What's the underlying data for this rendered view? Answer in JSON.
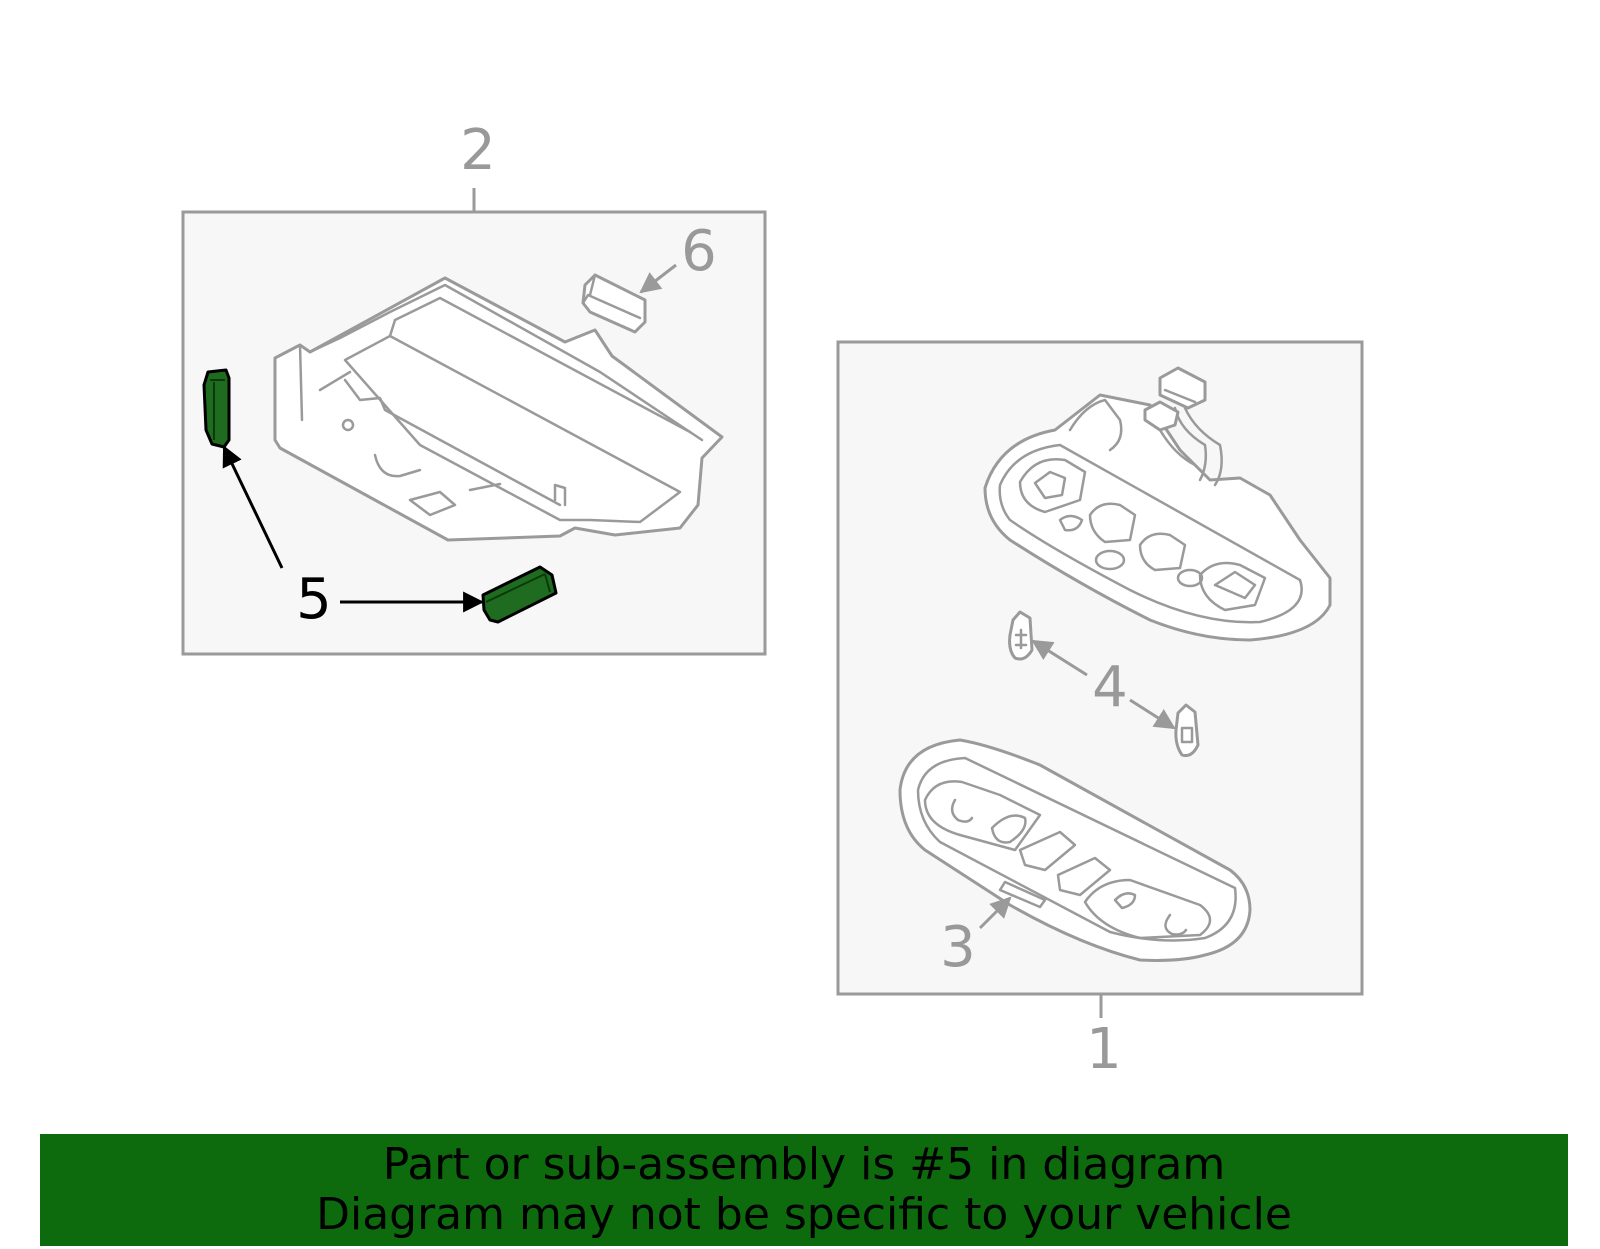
{
  "callouts": {
    "c1": "1",
    "c2": "2",
    "c3": "3",
    "c4": "4",
    "c5": "5",
    "c6": "6"
  },
  "colors": {
    "highlight_part": "#1f6b1f",
    "banner": "#0d6b0d",
    "line_gray": "#9a9a9a",
    "box_fill": "#f7f7f7"
  },
  "banner": {
    "line1": "Part or sub-assembly is #5 in diagram",
    "line2": "Diagram may not be specific to your vehicle"
  }
}
